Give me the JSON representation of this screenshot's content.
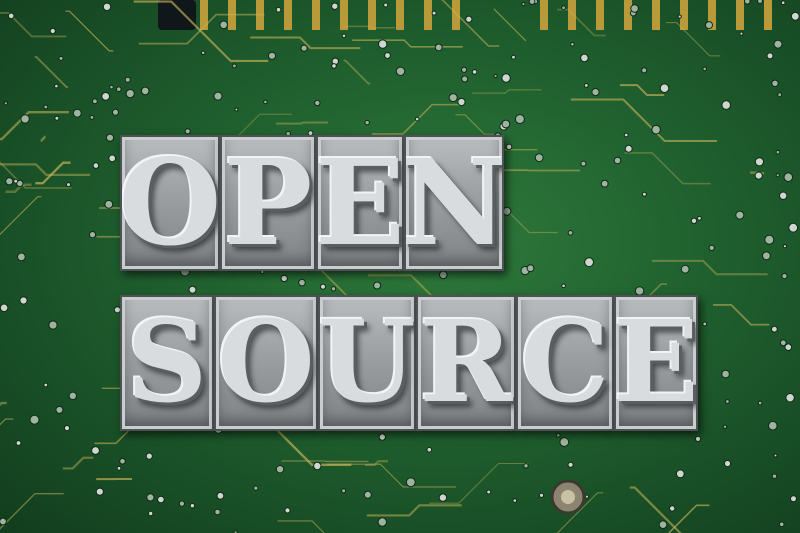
{
  "image": {
    "words": [
      {
        "text": "OPEN",
        "letters": [
          "O",
          "P",
          "E",
          "N"
        ]
      },
      {
        "text": "SOURCE",
        "letters": [
          "S",
          "O",
          "U",
          "R",
          "C",
          "E"
        ]
      }
    ],
    "colors": {
      "board": "#1f5f2e",
      "trace": "#c9b45a",
      "metal": "#b9bdbf"
    }
  }
}
